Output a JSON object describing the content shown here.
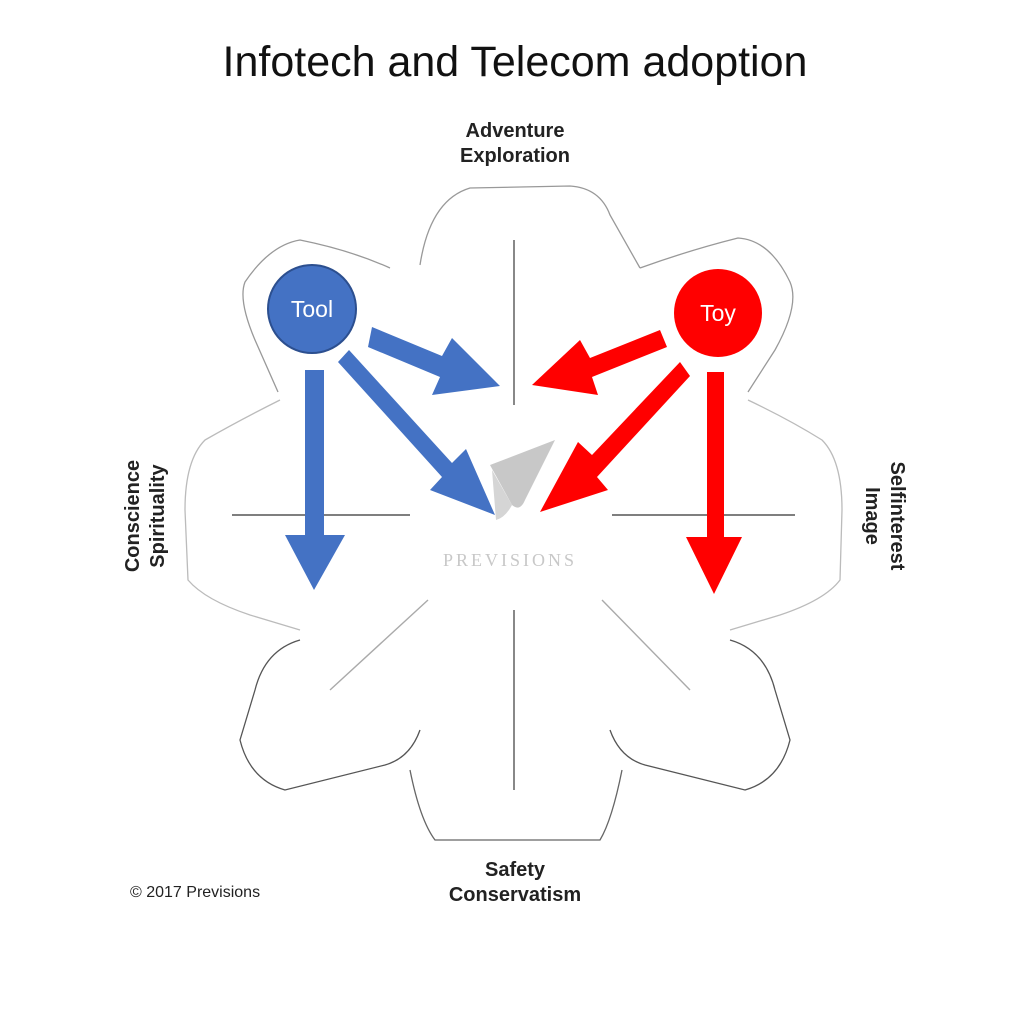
{
  "title": "Infotech and Telecom adoption",
  "axes": {
    "top": [
      "Adventure",
      "Exploration"
    ],
    "bottom": [
      "Safety",
      "Conservatism"
    ],
    "left": [
      "Conscience",
      "Spirituality"
    ],
    "right": [
      "Selfinterest",
      "Image"
    ]
  },
  "nodes": {
    "tool": {
      "label": "Tool",
      "color": "#4472c4"
    },
    "toy": {
      "label": "Toy",
      "color": "#ff0000"
    }
  },
  "watermark": "PREVISIONS",
  "copyright": "© 2017 Previsions",
  "colors": {
    "outline": "#555555",
    "arrow_blue": "#4472c4",
    "arrow_red": "#ff0000",
    "logo_gray": "#c8c8c8"
  }
}
